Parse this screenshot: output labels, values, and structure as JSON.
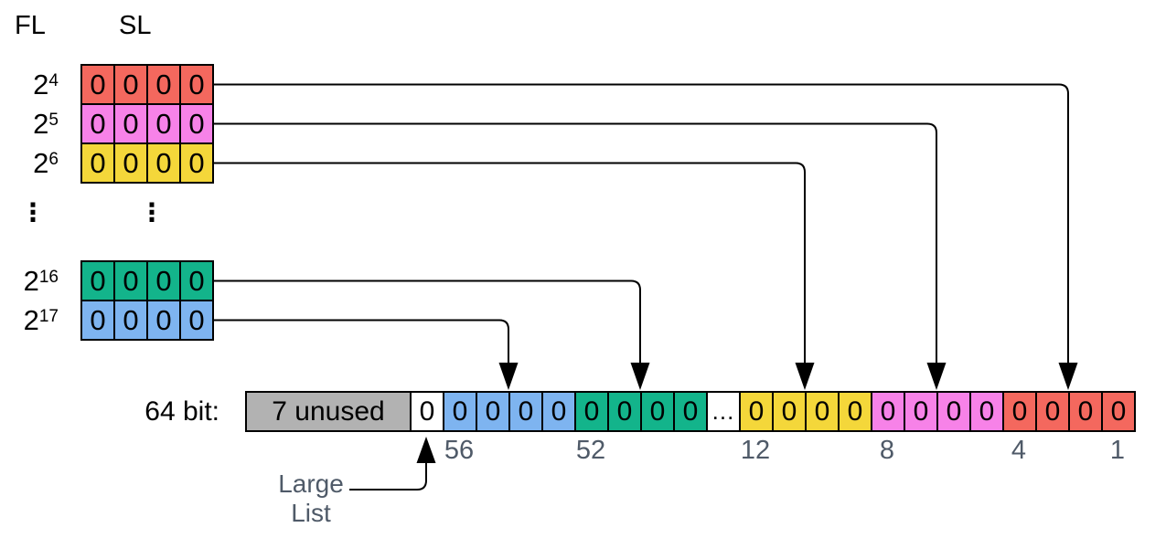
{
  "headers": {
    "fl": "FL",
    "sl": "SL"
  },
  "colors": {
    "red": "#f4685e",
    "pink": "#f782e8",
    "yellow": "#f4d73a",
    "green": "#13b48b",
    "blue": "#7eb4f0",
    "gray": "#b2b2b2",
    "white": "#ffffff",
    "slate": "#4f5a68",
    "line": "#000000"
  },
  "rows": [
    {
      "base": "2",
      "exp": "4",
      "color": "red",
      "cells": [
        "0",
        "0",
        "0",
        "0"
      ]
    },
    {
      "base": "2",
      "exp": "5",
      "color": "pink",
      "cells": [
        "0",
        "0",
        "0",
        "0"
      ]
    },
    {
      "base": "2",
      "exp": "6",
      "color": "yellow",
      "cells": [
        "0",
        "0",
        "0",
        "0"
      ]
    },
    {
      "base": "2",
      "exp": "16",
      "color": "green",
      "cells": [
        "0",
        "0",
        "0",
        "0"
      ]
    },
    {
      "base": "2",
      "exp": "17",
      "color": "blue",
      "cells": [
        "0",
        "0",
        "0",
        "0"
      ]
    }
  ],
  "ellipsis": {
    "fl": "⋮",
    "sl": "⋮"
  },
  "bitmap": {
    "row_label": "64 bit:",
    "segments": [
      {
        "id": "unused",
        "color": "gray",
        "cells": [
          "7 unused"
        ]
      },
      {
        "id": "large-list-bit",
        "color": "white",
        "cells": [
          "0"
        ]
      },
      {
        "id": "sl-2-17",
        "color": "blue",
        "cells": [
          "0",
          "0",
          "0",
          "0"
        ]
      },
      {
        "id": "sl-2-16",
        "color": "green",
        "cells": [
          "0",
          "0",
          "0",
          "0"
        ]
      },
      {
        "id": "gap",
        "color": "white",
        "cells": [
          "..."
        ]
      },
      {
        "id": "sl-2-6",
        "color": "yellow",
        "cells": [
          "0",
          "0",
          "0",
          "0"
        ]
      },
      {
        "id": "sl-2-5",
        "color": "pink",
        "cells": [
          "0",
          "0",
          "0",
          "0"
        ]
      },
      {
        "id": "sl-2-4",
        "color": "red",
        "cells": [
          "0",
          "0",
          "0",
          "0"
        ]
      }
    ],
    "bit_labels": [
      "56",
      "52",
      "12",
      "8",
      "4",
      "1"
    ]
  },
  "large_list": {
    "line1": "Large",
    "line2": "List"
  }
}
